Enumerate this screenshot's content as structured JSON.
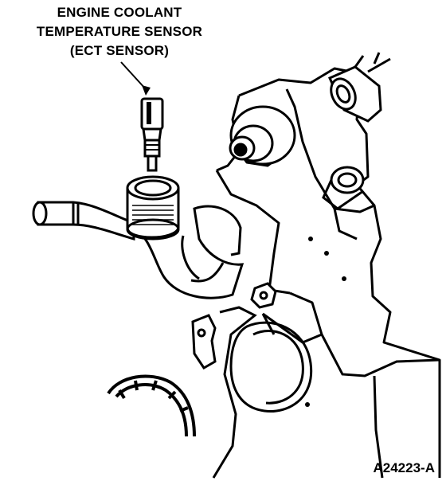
{
  "callout": {
    "line1": "ENGINE COOLANT",
    "line2": "TEMPERATURE SENSOR",
    "line3": "(ECT SENSOR)"
  },
  "figure": {
    "id": "A24223-A"
  }
}
